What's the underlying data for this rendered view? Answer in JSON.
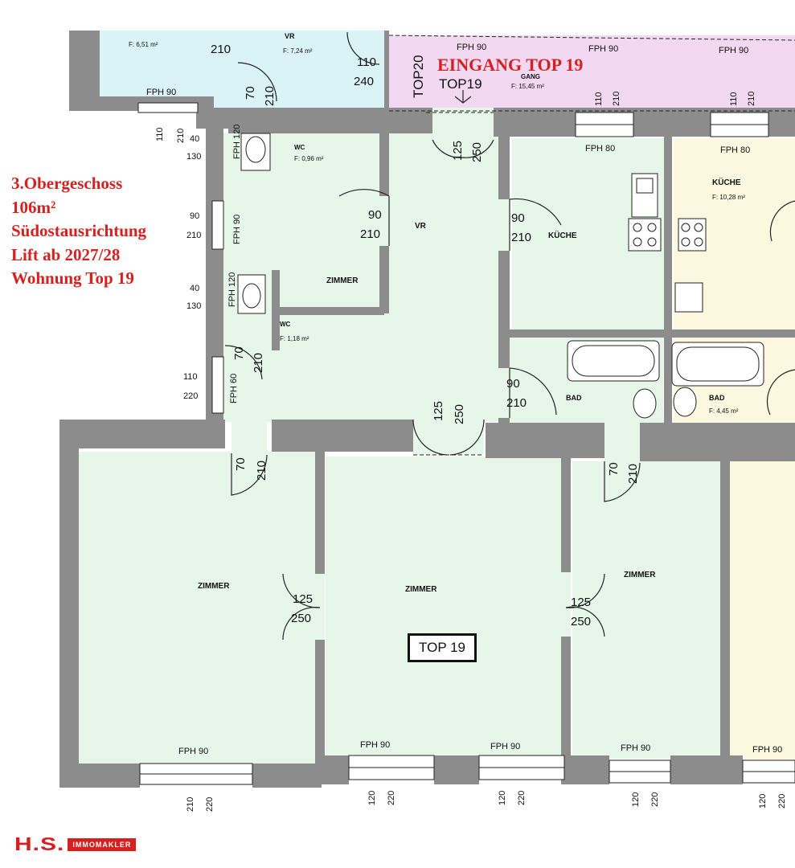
{
  "info": {
    "floor": "3.Obergeschoss",
    "size": "106m²",
    "orientation": "Südostausrichtung",
    "lift": "Lift ab 2027/28",
    "unit": "Wohnung Top 19"
  },
  "entrance_label": "EINGANG TOP 19",
  "unit_box": "TOP 19",
  "logo": {
    "main": "H.S.",
    "sub": "IMMOMAKLER"
  },
  "colors": {
    "accent": "#d6201f",
    "room_fill": "#e6f6e8",
    "hall_fill": "#f3d8f1",
    "kitchen_right_fill": "#fbf8df",
    "top_left_fill": "#d9f3f7",
    "wall": "#8c8c8c"
  },
  "rooms": {
    "r_a_area": "F: 6,51 m²",
    "r_vr_top": "VR",
    "r_vr_top_area": "F: 7,24 m²",
    "top20": "TOP20",
    "top19_small": "TOP19",
    "gang": "GANG",
    "gang_area": "F: 15,45 m²",
    "wc1": "WC",
    "wc1_area": "F: 0,96 m²",
    "vr": "VR",
    "zimmer_small": "ZIMMER",
    "wc2": "WC",
    "wc2_area": "F: 1,18 m²",
    "kueche1": "KÜCHE",
    "kueche2": "KÜCHE",
    "kueche2_area": "F: 10,28 m²",
    "bad1": "BAD",
    "bad2": "BAD",
    "bad2_area": "F: 4,45 m²",
    "zimmer1": "ZIMMER",
    "zimmer2": "ZIMMER",
    "zimmer3": "ZIMMER"
  },
  "windows": {
    "fph90": "FPH 90",
    "fph80": "FPH 80",
    "fph120": "FPH 120",
    "fph60": "FPH 60"
  },
  "dims": {
    "d210": "210",
    "d110": "110",
    "d240": "240",
    "d70": "70",
    "d120": "120",
    "d40": "40",
    "d130": "130",
    "d90": "90",
    "d125": "125",
    "d250": "250",
    "d220": "220"
  }
}
